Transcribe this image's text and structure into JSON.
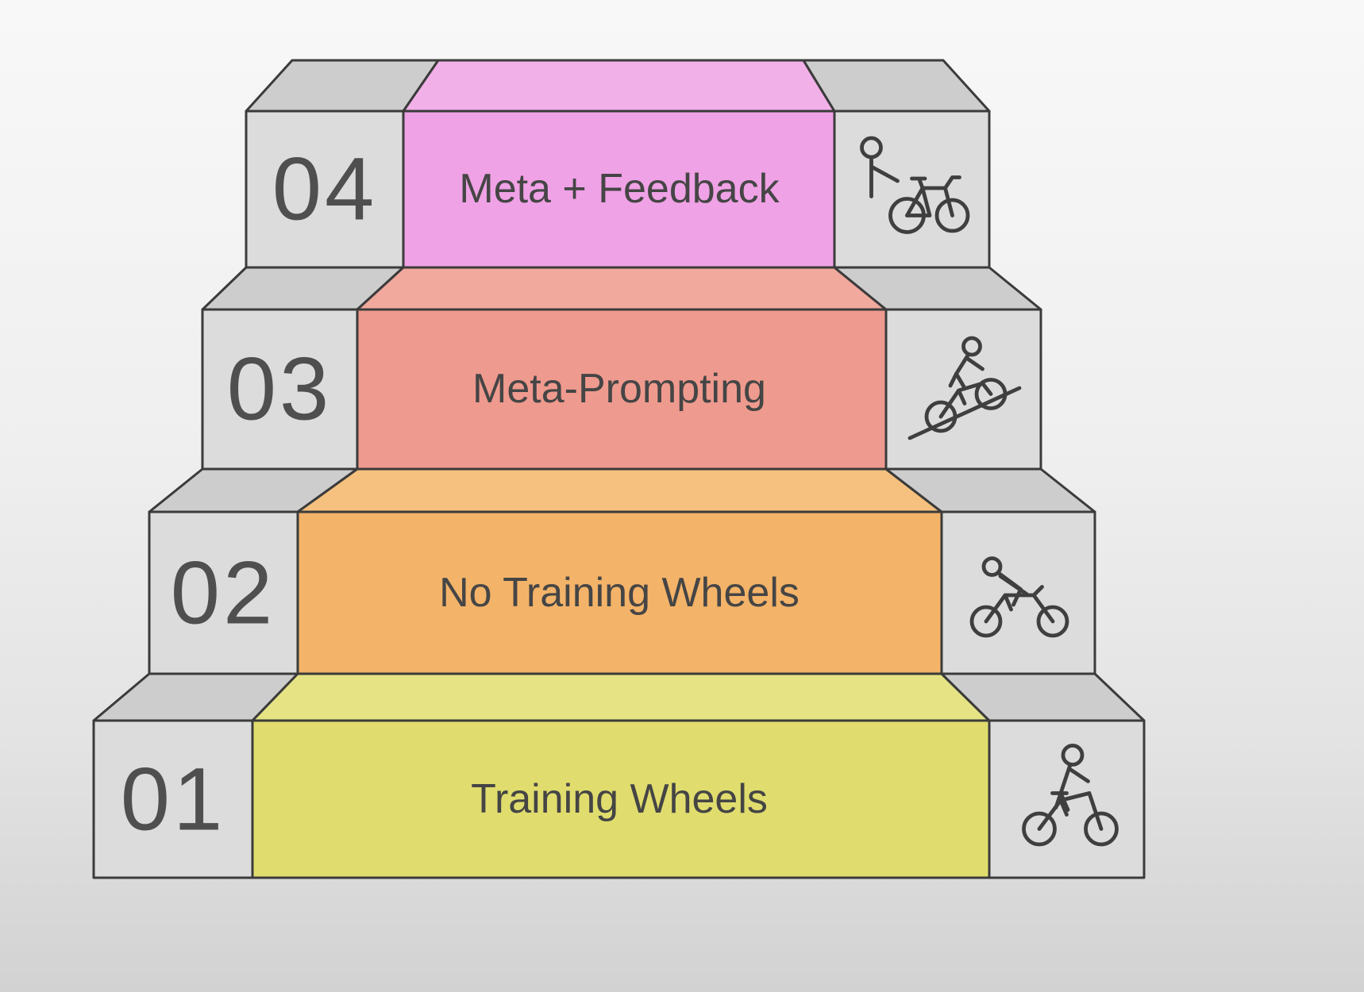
{
  "diagram": {
    "type": "staircase-levels",
    "palette": {
      "gray_front": "#dcdcdc",
      "gray_top": "#cdcdcd",
      "outline": "#3b3b3b",
      "text": "#454545"
    },
    "steps": [
      {
        "number": "04",
        "label": "Meta + Feedback",
        "front_color": "#f0a2e6",
        "top_color": "#f2b0e9",
        "icon": "person-standing-with-bicycle"
      },
      {
        "number": "03",
        "label": "Meta-Prompting",
        "front_color": "#ef9a8e",
        "top_color": "#f1a89d",
        "icon": "cyclist-riding-uphill"
      },
      {
        "number": "02",
        "label": "No Training Wheels",
        "front_color": "#f3b369",
        "top_color": "#f6c17e",
        "icon": "cyclist-leaning-forward"
      },
      {
        "number": "01",
        "label": "Training Wheels",
        "front_color": "#e0dd6e",
        "top_color": "#e6e385",
        "icon": "cyclist-upright"
      }
    ]
  }
}
